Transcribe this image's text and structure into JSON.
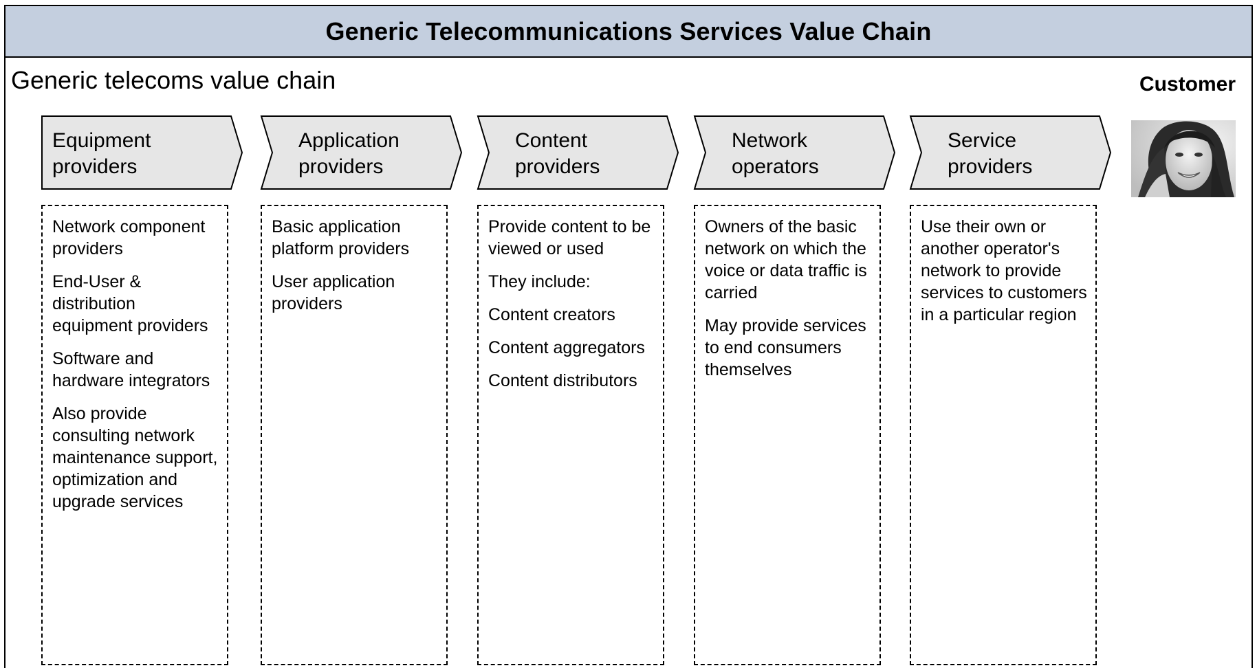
{
  "header": {
    "title": "Generic Telecommunications Services Value Chain"
  },
  "subtitle": "Generic telecoms value chain",
  "customer": {
    "label": "Customer"
  },
  "stages": [
    {
      "label_lines": [
        "Equipment",
        "providers"
      ],
      "items": [
        "Network component providers",
        "End-User & distribution equipment providers",
        "Software and hardware integrators",
        "Also provide consulting network maintenance support, optimization and upgrade services"
      ]
    },
    {
      "label_lines": [
        "Application",
        "providers"
      ],
      "items": [
        "Basic application platform providers",
        "User application providers"
      ]
    },
    {
      "label_lines": [
        "Content",
        "providers"
      ],
      "items": [
        "Provide content to be viewed or used",
        "They include:",
        "Content creators",
        "Content aggregators",
        "Content distributors"
      ]
    },
    {
      "label_lines": [
        "Network",
        "operators"
      ],
      "items": [
        "Owners of the basic network on which the voice or data traffic is carried",
        "May provide services to end consumers themselves"
      ]
    },
    {
      "label_lines": [
        "Service",
        "providers"
      ],
      "items": [
        "Use their own or another operator's network to provide services to customers in a particular region"
      ]
    }
  ],
  "colors": {
    "header_bg": "#c4cfdf",
    "chevron_fill": "#e6e6e6"
  }
}
